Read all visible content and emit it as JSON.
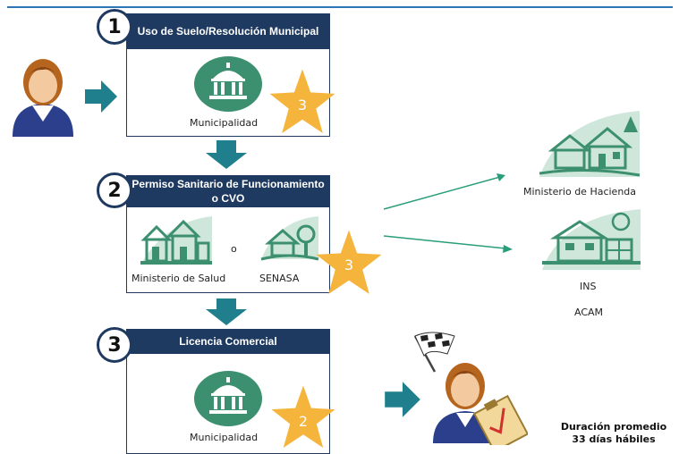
{
  "steps": [
    {
      "number": "1",
      "title": "Uso de Suelo/Resolución Municipal",
      "star": "3",
      "entity": "Municipalidad"
    },
    {
      "number": "2",
      "title": "Permiso Sanitario de Funcionamiento o CVO",
      "star": "3",
      "entity_a": "Ministerio de Salud",
      "connector": "o",
      "entity_b": "SENASA"
    },
    {
      "number": "3",
      "title": "Licencia Comercial",
      "star": "2",
      "entity": "Municipalidad"
    }
  ],
  "outputs": {
    "hacienda": "Ministerio de Hacienda",
    "ins": "INS",
    "acam": "ACAM"
  },
  "duration": {
    "line1": "Duración promedio",
    "line2": "33 días hábiles"
  },
  "colors": {
    "header": "#1f3a60",
    "arrow": "#1f7f8c",
    "star": "#f5b43c",
    "icon_circle": "#3c8f6f"
  }
}
